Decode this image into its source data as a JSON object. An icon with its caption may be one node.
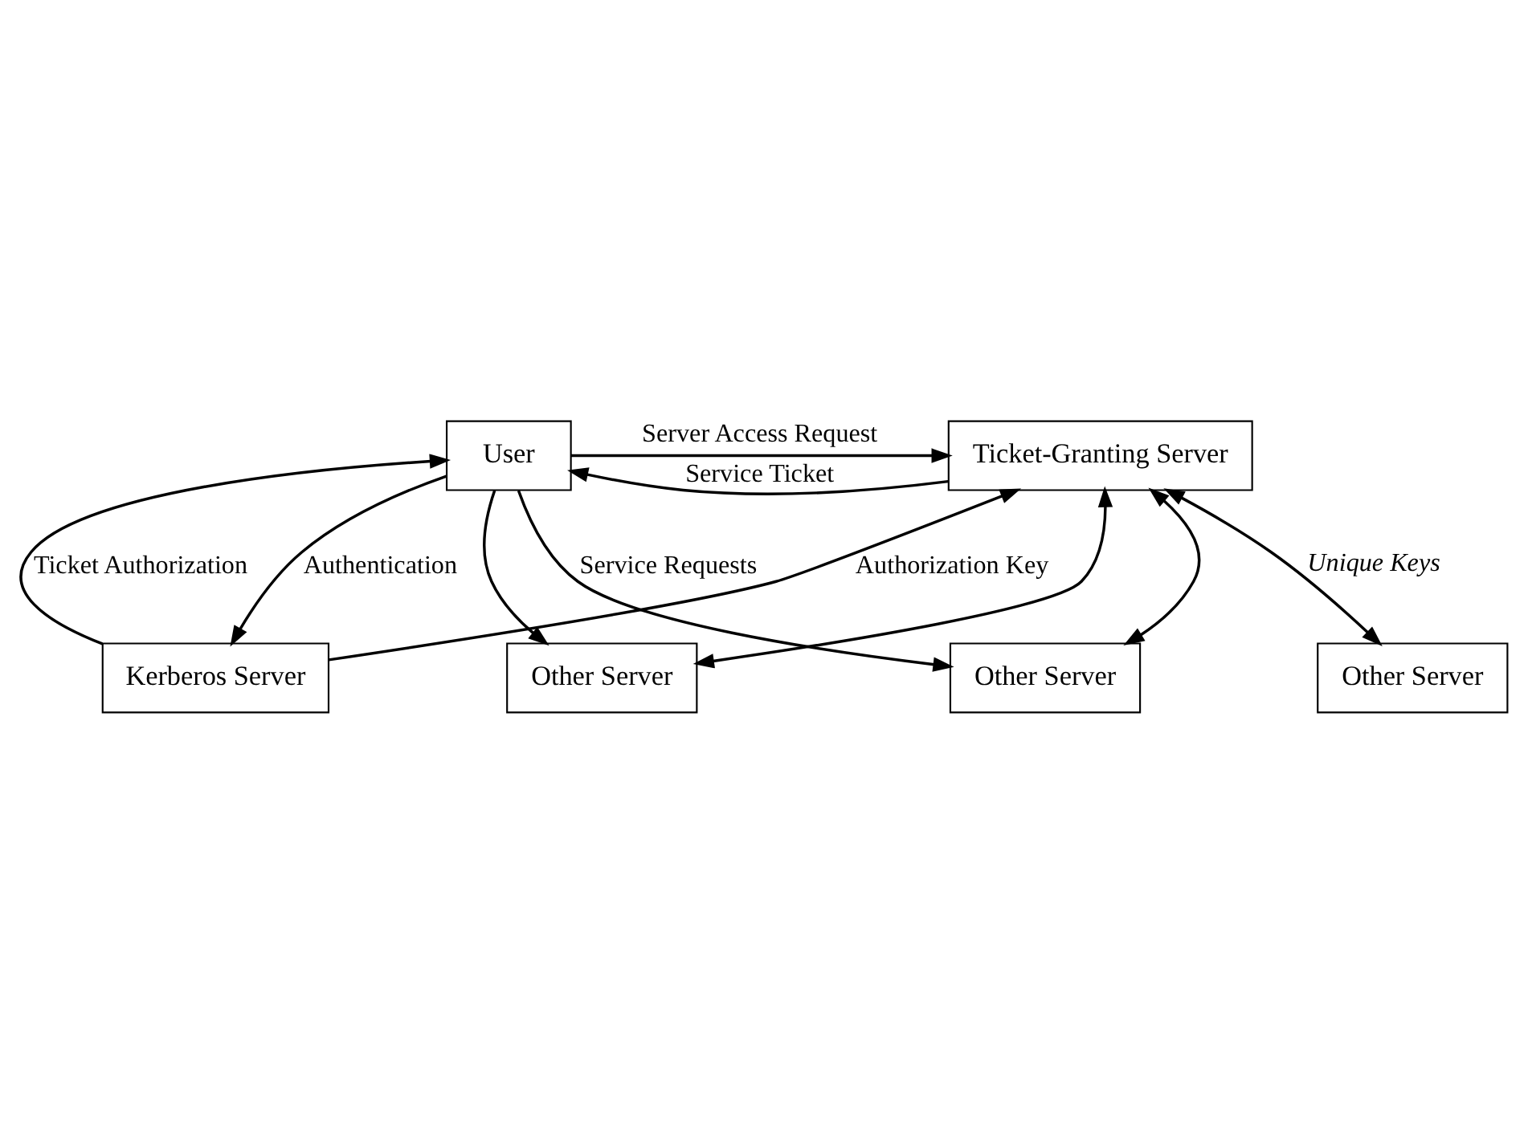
{
  "diagram": {
    "nodes": [
      {
        "text": [
          "User"
        ]
      },
      {
        "text": [
          "Ticket-Granting Server"
        ]
      },
      {
        "text": [
          "Other Server"
        ]
      },
      {
        "text": [
          "Other Server"
        ]
      },
      {
        "text": [
          "Other Server"
        ]
      },
      {
        "text": [
          "Kerberos Server"
        ]
      }
    ],
    "edges": [
      {
        "from": 0,
        "to": 1,
        "arrow": "to",
        "label": "Server Access Request"
      },
      {
        "from": 1,
        "to": 0,
        "arrow": "to",
        "label": "Service Ticket"
      },
      {
        "from": 0,
        "to": 5,
        "arrow": "to",
        "label": "Authentication"
      },
      {
        "from": 5,
        "to": 0,
        "arrow": "to",
        "label": "Ticket Authorization"
      },
      {
        "from": 5,
        "to": 1,
        "arrow": "to",
        "label": "Authorization Key"
      },
      {
        "from": 0,
        "to": 2,
        "arrow": "to",
        "label": "Service Requests"
      },
      {
        "from": 0,
        "to": 4,
        "arrow": "to"
      },
      {
        "from": 1,
        "to": 2,
        "arrow": "both"
      },
      {
        "from": 1,
        "to": 3,
        "arrow": "both",
        "label": "Unique Keys"
      },
      {
        "from": 1,
        "to": 4,
        "arrow": "both"
      }
    ]
  }
}
